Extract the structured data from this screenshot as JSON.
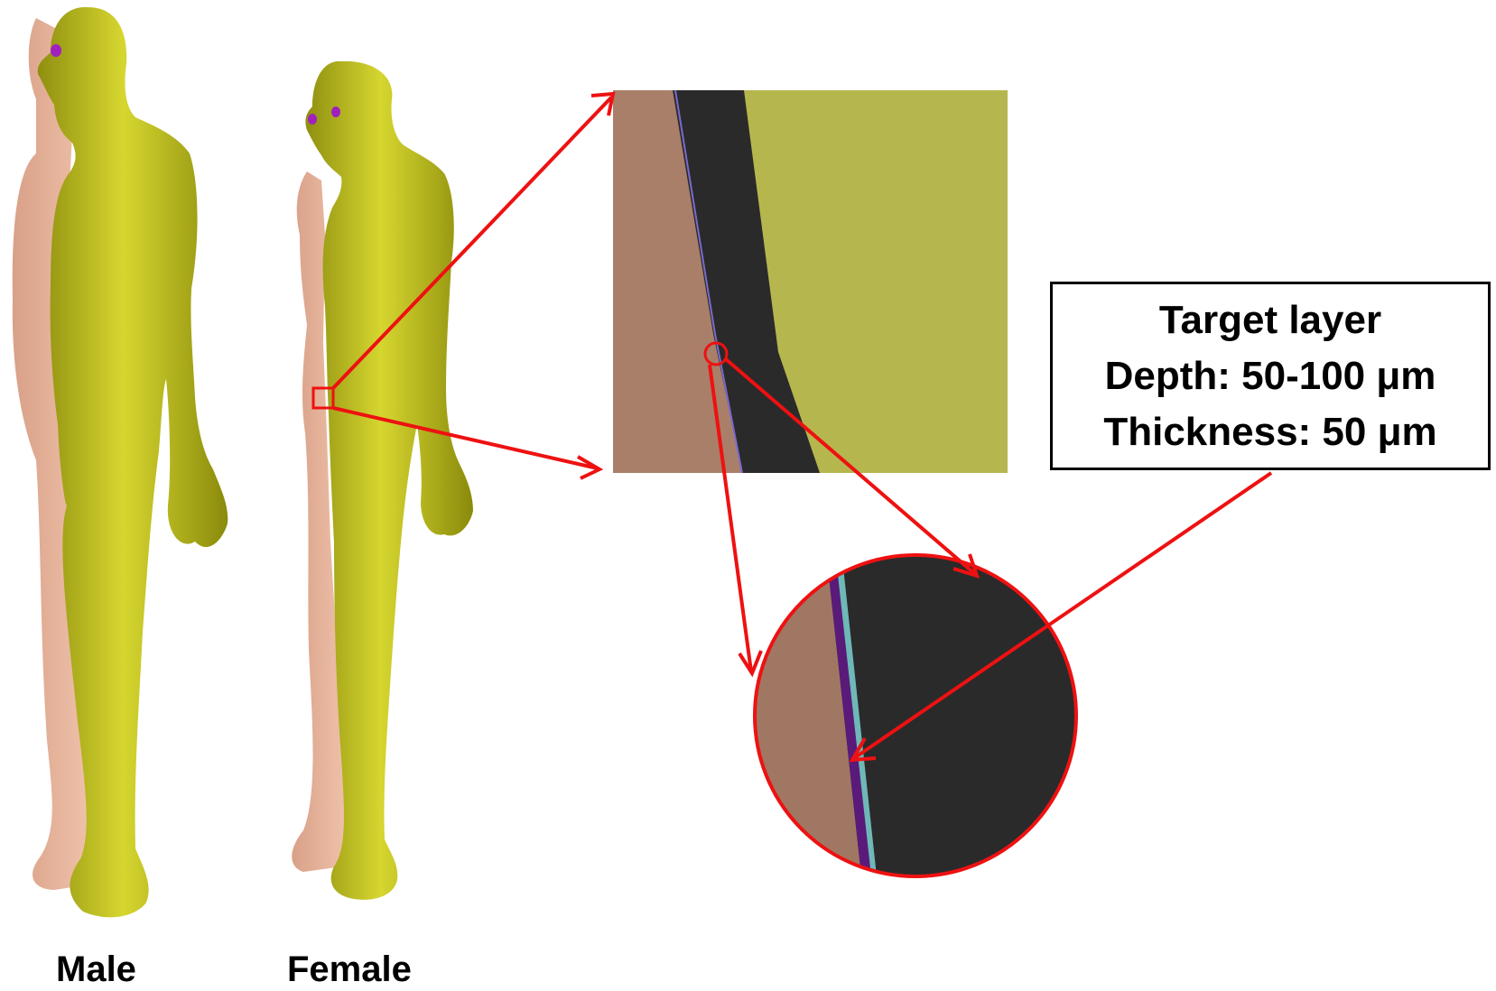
{
  "figures": {
    "male_label": "Male",
    "female_label": "Female"
  },
  "callout": {
    "line1": "Target layer",
    "line2": "Depth: 50-100 μm",
    "line3": "Thickness: 50 μm"
  },
  "colors": {
    "body_yellow": "#c2c21c",
    "skin_pink": "#eab49a",
    "tissue_brown": "#a97f6a",
    "dark_layer": "#2a2a2a",
    "target_purple": "#5a1a7a",
    "target_cyan": "#6fb8b8",
    "arrow_red": "#ee1111",
    "eye_purple": "#a020c0"
  }
}
